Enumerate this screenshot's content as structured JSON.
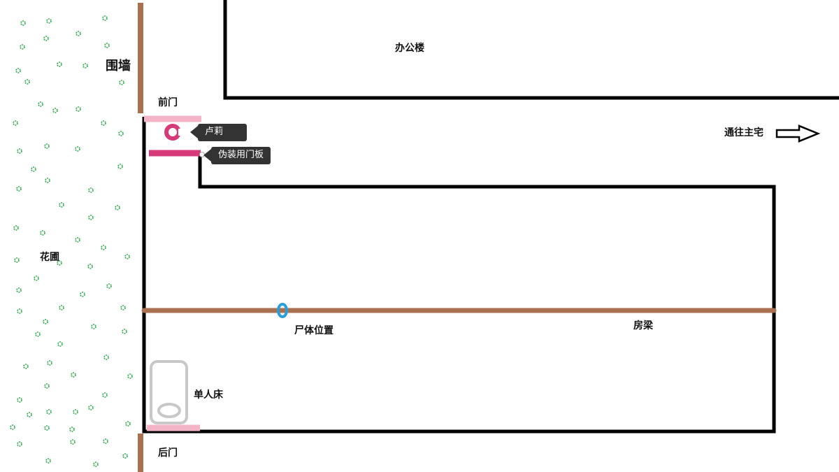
{
  "labels": {
    "office_building": "办公楼",
    "fence_wall": "围墙",
    "front_door": "前门",
    "back_door": "后门",
    "garden": "花圃",
    "to_main_house": "通往主宅",
    "beam": "房梁",
    "body_position": "尸体位置",
    "single_bed": "单人床"
  },
  "callouts": {
    "lu_li": "卢莉",
    "disguise_door_panel": "伪装用门板"
  },
  "colors": {
    "wall_brown": "#a9714f",
    "door_pink": "#f4b4c8",
    "marker_magenta": "#d63a78",
    "body_blue": "#2a9fd6",
    "bed_gray": "#c8c8c8",
    "garden_green": "#2daa4a",
    "callout_bg": "#333333"
  },
  "icons": {
    "arrow": "right-arrow-icon",
    "person_marker": "ring-marker-icon",
    "body_marker": "body-marker-icon",
    "plant": "shrub-dot-icon"
  }
}
